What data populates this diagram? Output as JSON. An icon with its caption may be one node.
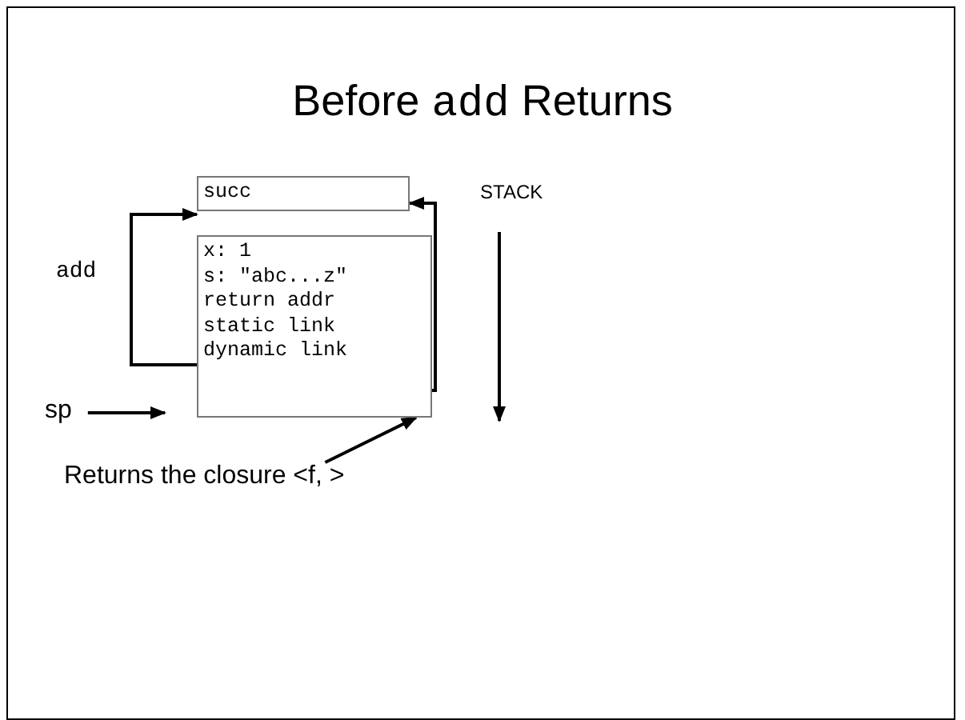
{
  "diagram": {
    "title": "Before add Returns",
    "nodes": [
      {
        "text": [
          "succ"
        ]
      },
      {
        "text": [
          "x: 1",
          "s: \"abc...z\"",
          "return addr",
          "static link",
          "dynamic link"
        ]
      },
      {
        "text": [
          "sp"
        ]
      },
      {
        "text": [
          "Returns the closure <f, >"
        ]
      }
    ],
    "edges": [
      {
        "from": 1,
        "to": 0,
        "arrow": "to"
      },
      {
        "from": 1,
        "to": 0,
        "arrow": "to"
      },
      {
        "from": 2,
        "to": 1,
        "arrow": "to"
      },
      {
        "from": 3,
        "to": 1,
        "arrow": "to"
      }
    ],
    "labels": [
      "add",
      "STACK"
    ]
  }
}
